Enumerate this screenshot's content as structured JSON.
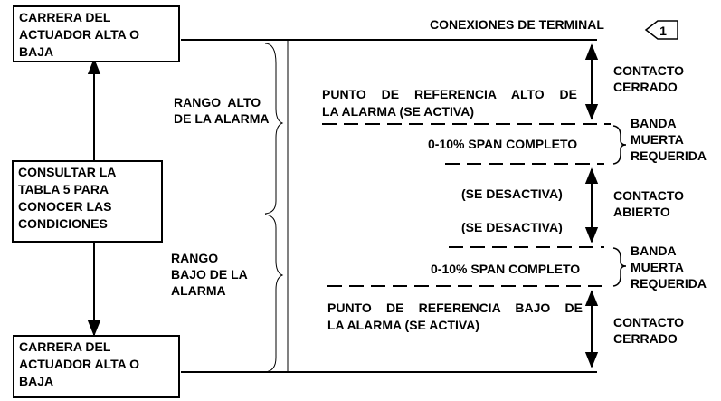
{
  "boxes": {
    "top": "CARRERA DEL\nACTUADOR ALTA O\nBAJA",
    "middle": "CONSULTAR LA\nTABLA 5 PARA\nCONOCER LAS\nCONDICIONES",
    "bottom": "CARRERA DEL\nACTUADOR ALTA O\nBAJA"
  },
  "header": {
    "title": "CONEXIONES DE TERMINAL",
    "note_number": "1"
  },
  "ranges": {
    "high": "RANGO  ALTO\nDE LA ALARMA",
    "low": "RANGO\nBAJO DE LA\nALARMA"
  },
  "setpoints": {
    "high_line1": "PUNTO DE REFERENCIA ALTO DE",
    "high_line2": "LA ALARMA (SE ACTIVA)",
    "low_line1": "PUNTO DE REFERENCIA BAJO DE",
    "low_line2": "LA ALARMA (SE ACTIVA)"
  },
  "deadbands": {
    "upper_span": "0-10% SPAN COMPLETO",
    "lower_span": "0-10% SPAN COMPLETO",
    "upper_label": "BANDA\nMUERTA\nREQUERIDA",
    "lower_label": "BANDA\nMUERTA\nREQUERIDA"
  },
  "deactivate": {
    "upper": "(SE DESACTIVA)",
    "lower": "(SE DESACTIVA)"
  },
  "contacts": {
    "closed_top": "CONTACTO\nCERRADO",
    "open": "CONTACTO\nABIERTO",
    "closed_bottom": "CONTACTO\nCERRADO"
  }
}
